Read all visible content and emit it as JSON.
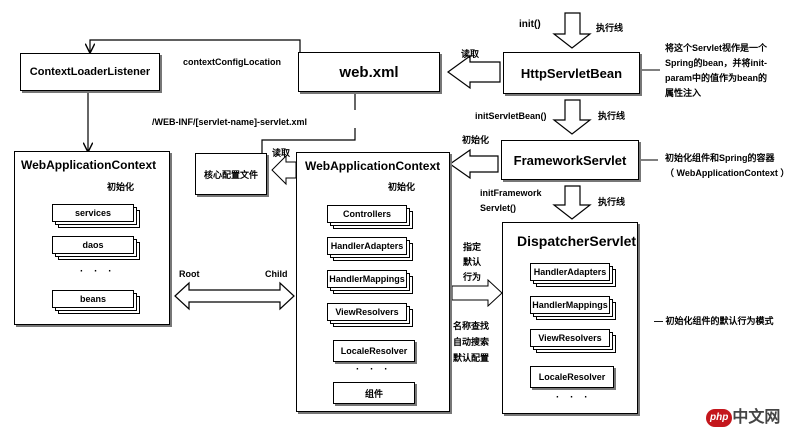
{
  "nodes": {
    "context_loader_listener": "ContextLoaderListener",
    "web_xml": "web.xml",
    "http_servlet_bean": "HttpServletBean",
    "framework_servlet": "FrameworkServlet",
    "dispatcher_servlet": "DispatcherServlet",
    "core_config_file": "核心配置文件",
    "root_context": "WebApplicationContext",
    "child_context": "WebApplicationContext"
  },
  "root_context_items": [
    "services",
    "daos",
    "beans"
  ],
  "child_context_items": [
    "Controllers",
    "HandlerAdapters",
    "HandlerMappings",
    "ViewResolvers",
    "LocaleResolver",
    "组件"
  ],
  "dispatcher_items": [
    "HandlerAdapters",
    "HandlerMappings",
    "ViewResolvers",
    "LocaleResolver"
  ],
  "labels": {
    "init": "init()",
    "exec1": "执行线",
    "read1": "读取",
    "context_config_location": "contextConfigLocation",
    "init_servlet_bean": "initServletBean()",
    "exec2": "执行线",
    "web_inf_path": "/WEB-INF/[servlet-name]-servlet.xml",
    "init_label": "初始化",
    "read2": "读取",
    "init_root": "初始化",
    "init_child": "初始化",
    "init_framework_servlet_1": "initFramework",
    "init_framework_servlet_2": "Servlet()",
    "exec3": "执行线",
    "root": "Root",
    "child": "Child",
    "specify_1": "指定",
    "specify_2": "默认",
    "specify_3": "行为",
    "lookup_1": "名称查找",
    "lookup_2": "自动搜索",
    "lookup_3": "默认配置",
    "dots": "· · ·"
  },
  "notes": {
    "http_servlet_bean_note": [
      "将这个Servlet视作是一个",
      "Spring的bean，并将init-",
      "param中的值作为bean的",
      "属性注入"
    ],
    "framework_servlet_note": [
      "初始化组件和Spring的容器",
      "（ WebApplicationContext ）"
    ],
    "dispatcher_note": "—   初始化组件的默认行为模式"
  },
  "watermark": {
    "badge": "php",
    "text": "中文网"
  }
}
